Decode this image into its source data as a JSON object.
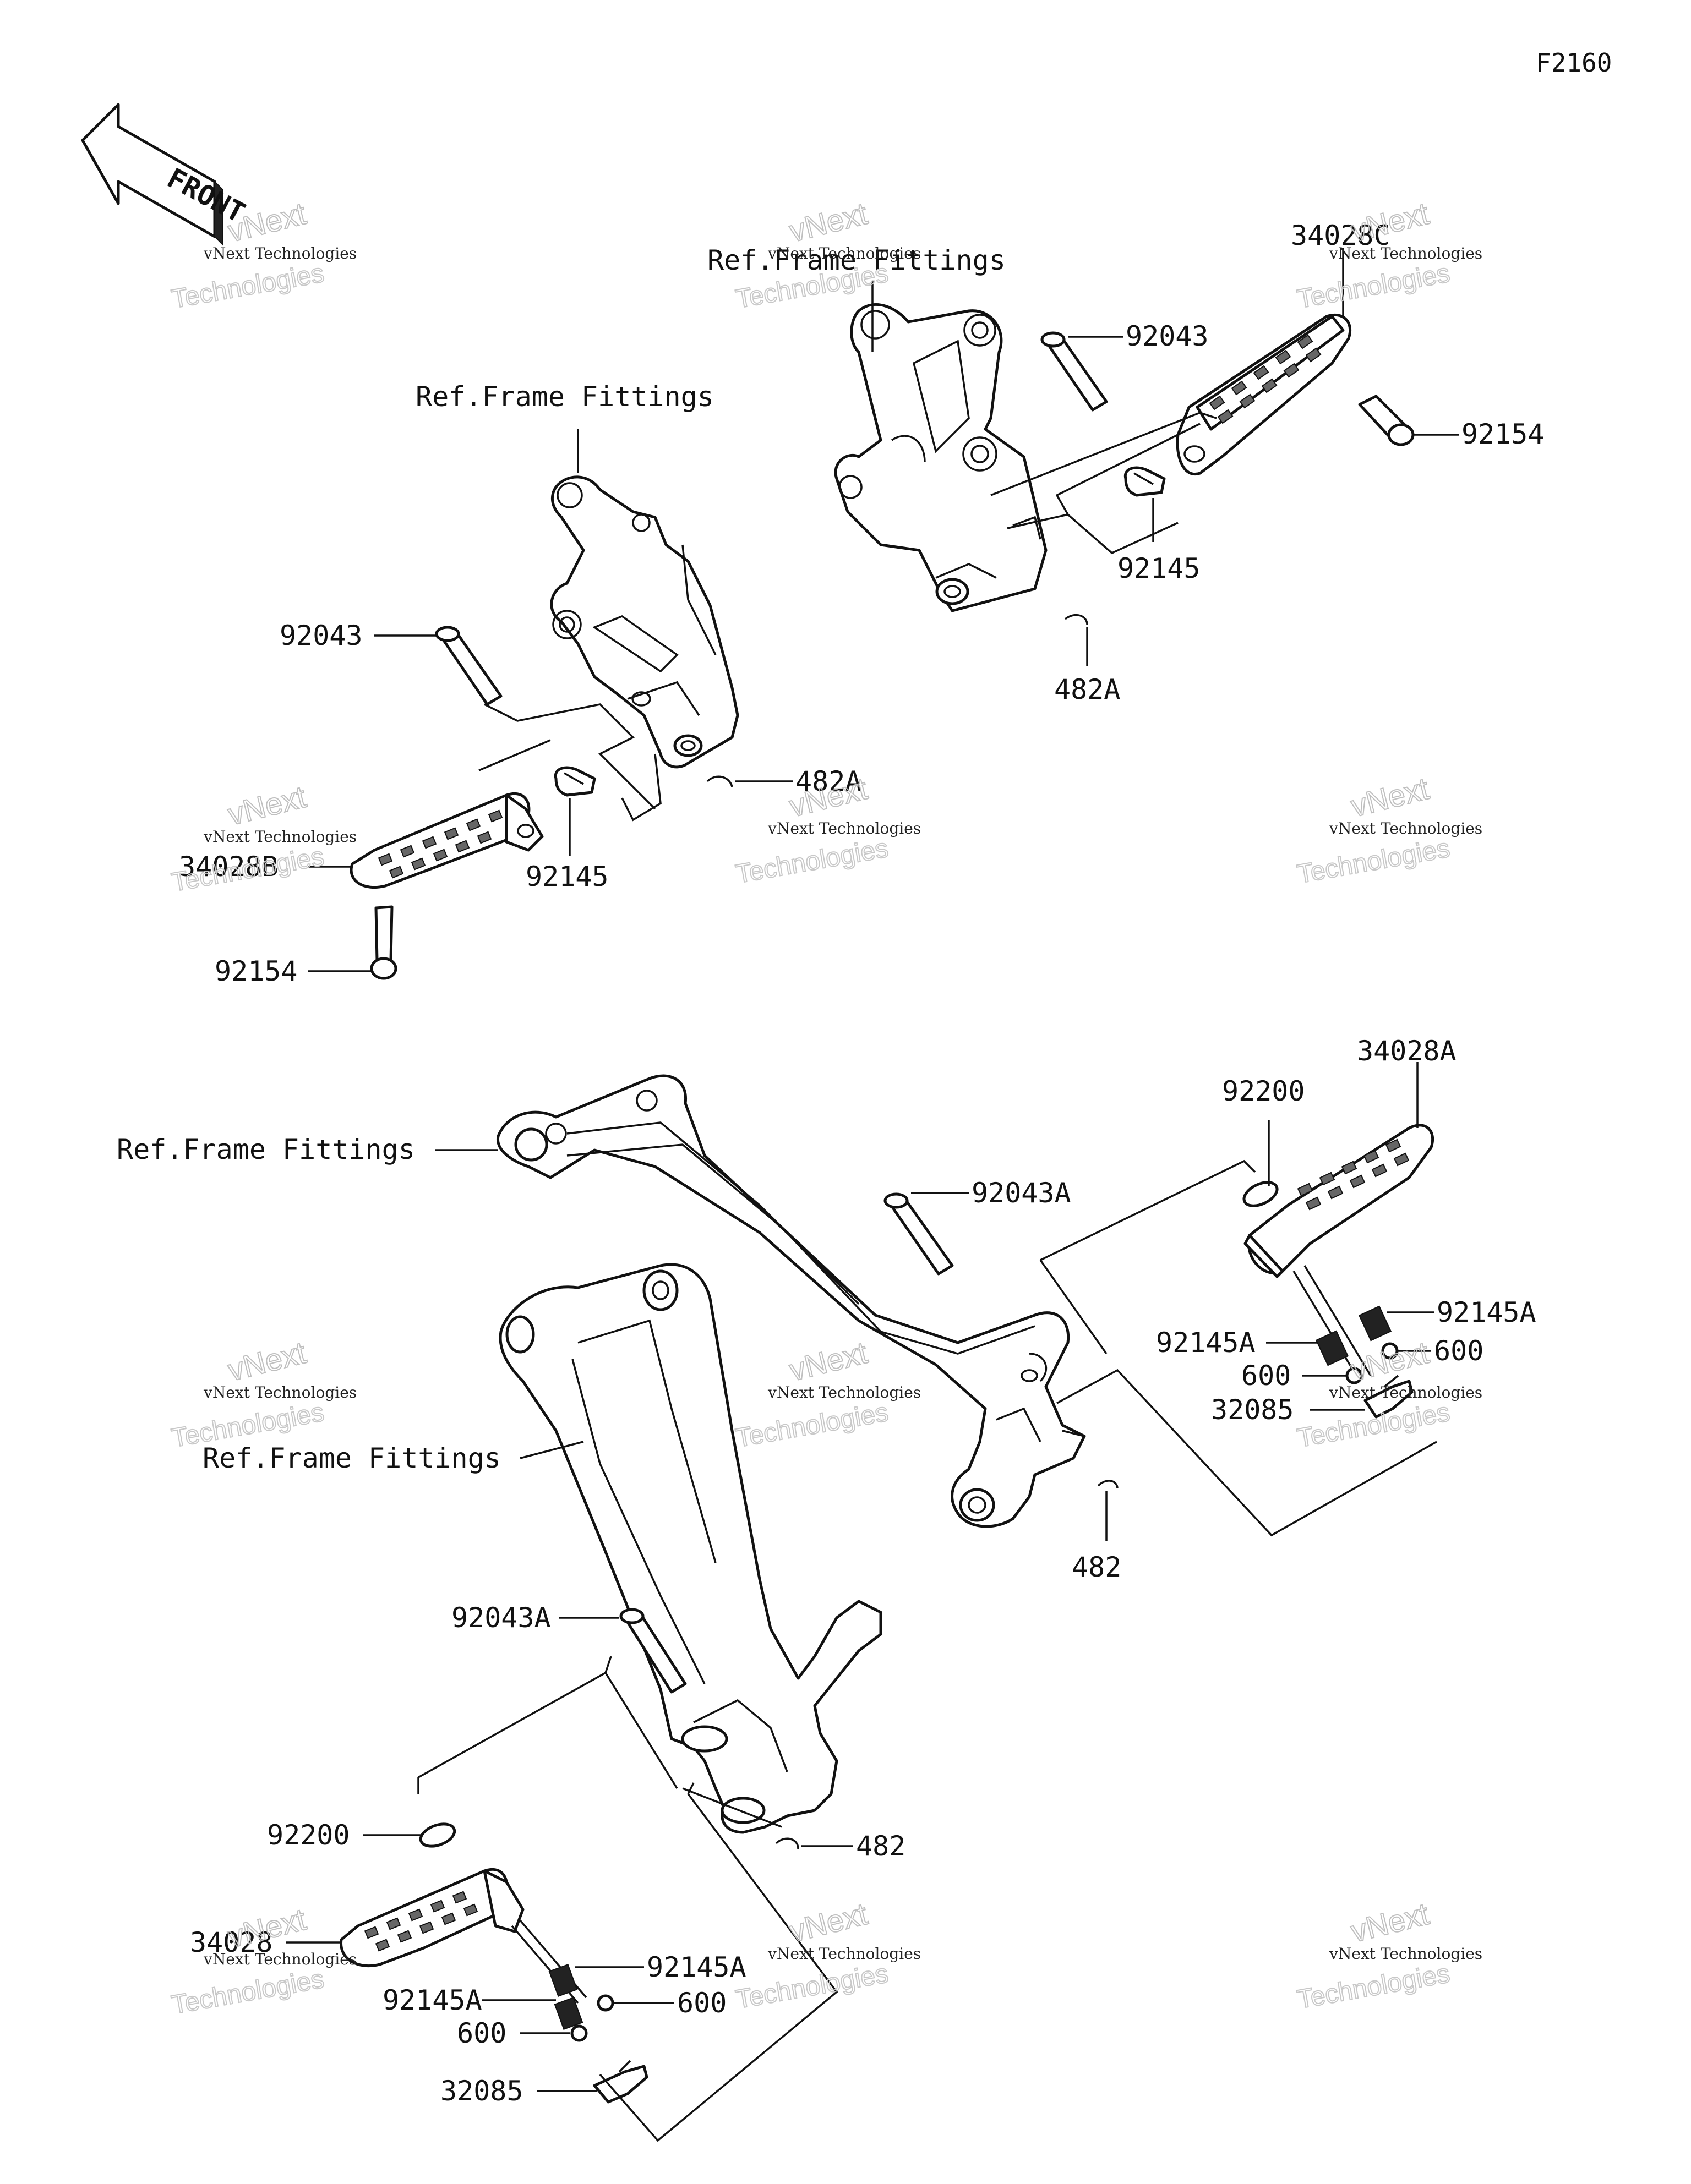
{
  "figure_code": "F2160",
  "front_arrow_label": "FRONT",
  "labels": {
    "ref_frame_a": "Ref.Frame Fittings",
    "ref_frame_b": "Ref.Frame Fittings",
    "ref_frame_c": "Ref.Frame Fittings",
    "ref_frame_d": "Ref.Frame Fittings",
    "p34028C": "34028C",
    "p34028B": "34028B",
    "p34028A": "34028A",
    "p34028": "34028",
    "p92043_r": "92043",
    "p92043_l": "92043",
    "p92154_r": "92154",
    "p92154_l": "92154",
    "p92145_r": "92145",
    "p92145_l": "92145",
    "p482A_r": "482A",
    "p482A_l": "482A",
    "p92200_r": "92200",
    "p92200_l": "92200",
    "p92043A_r": "92043A",
    "p92043A_l": "92043A",
    "p92145A_r1": "92145A",
    "p92145A_r2": "92145A",
    "p92145A_l1": "92145A",
    "p92145A_l2": "92145A",
    "p600_r1": "600",
    "p600_r2": "600",
    "p600_l1": "600",
    "p600_l2": "600",
    "p32085_r": "32085",
    "p32085_l": "32085",
    "p482_r": "482",
    "p482_l": "482"
  },
  "watermark": {
    "brand_small": "vNext Technologies",
    "brand_line1": "vNext",
    "brand_line2": "Technologies"
  }
}
